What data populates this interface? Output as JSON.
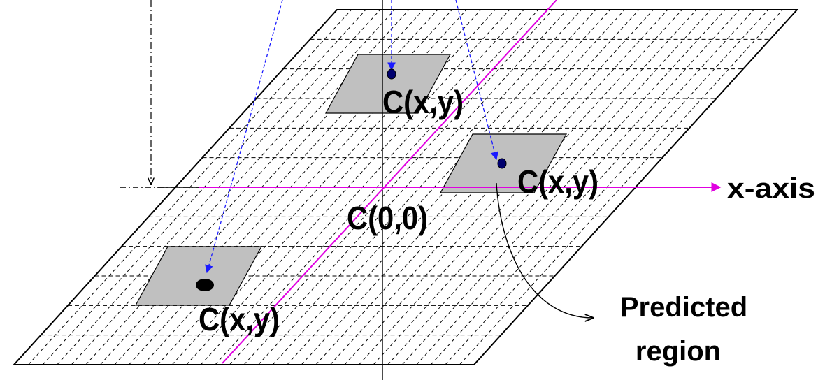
{
  "diagram": {
    "labels": {
      "cell_top": "C(x,y)",
      "cell_right": "C(x,y)",
      "cell_left": "C(x,y)",
      "origin": "C(0,0)",
      "x_axis": "x-axis",
      "predicted_line1": "Predicted",
      "predicted_line2": "region"
    },
    "colors": {
      "grid_line": "#000000",
      "axis_line": "#000000",
      "diagonal": "#e000e0",
      "projection_arrow": "#1a1aff",
      "region_fill": "#c0c0c0",
      "center_dot": "#00006e",
      "left_dot": "#000000"
    }
  }
}
